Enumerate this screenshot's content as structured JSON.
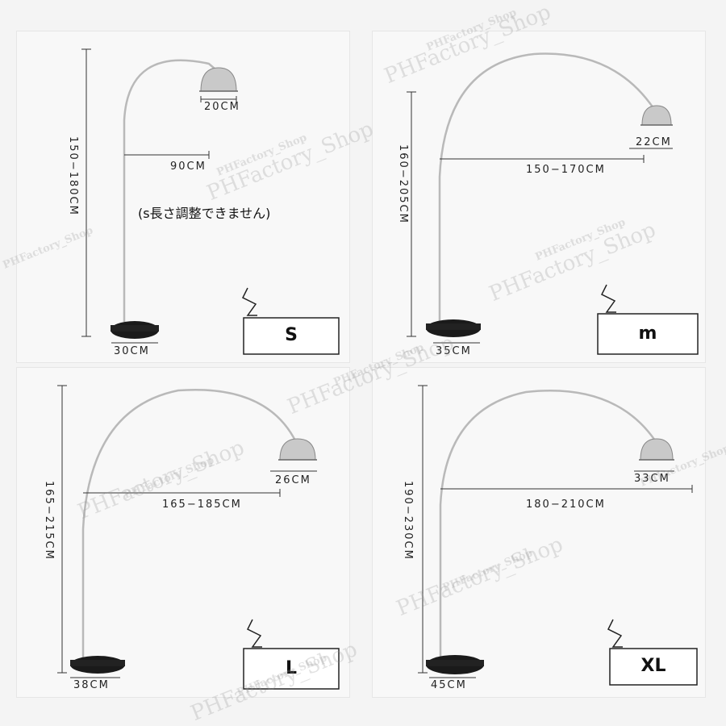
{
  "panels": {
    "s": {
      "size": "S",
      "shade": "20CM",
      "reach": "90CM",
      "height": "150−180CM",
      "base": "30CM",
      "note": "(s長さ調整できません)"
    },
    "m": {
      "size": "m",
      "shade": "22CM",
      "reach": "150−170CM",
      "height": "160−205CM",
      "base": "35CM"
    },
    "l": {
      "size": "L",
      "shade": "26CM",
      "reach": "165−185CM",
      "height": "165−215CM",
      "base": "38CM"
    },
    "xl": {
      "size": "XL",
      "shade": "33CM",
      "reach": "180−210CM",
      "height": "190−230CM",
      "base": "45CM"
    }
  },
  "watermark": {
    "big": "PHFactory_Shop",
    "small": "PHFactory_Shop"
  }
}
